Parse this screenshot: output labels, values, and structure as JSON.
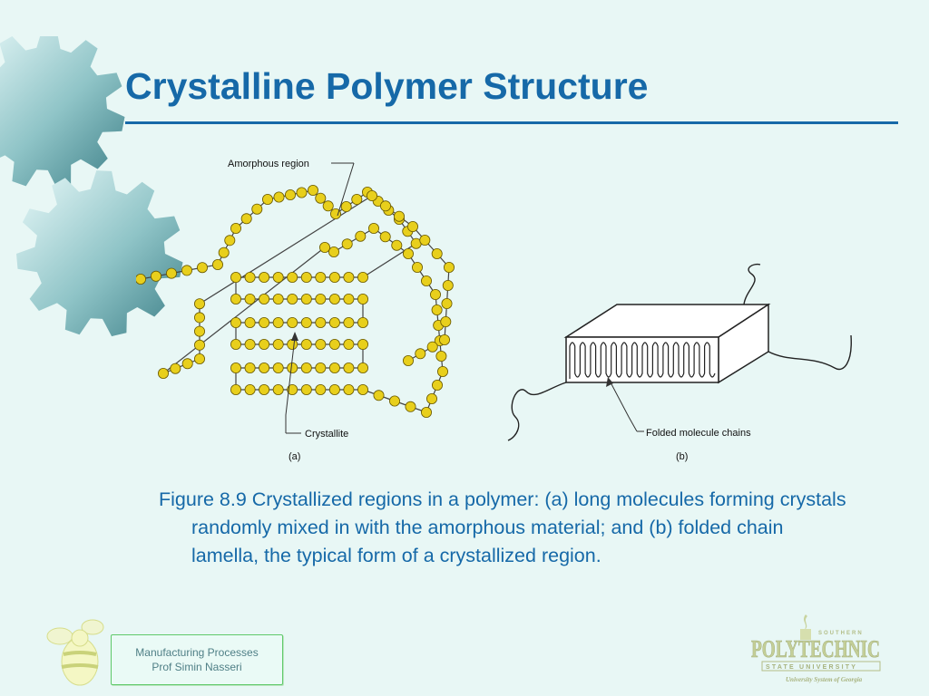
{
  "slide": {
    "title": "Crystalline Polymer Structure"
  },
  "figure": {
    "labels": {
      "amorphous": "Amorphous region",
      "crystallite": "Crystallite",
      "folded": "Folded molecule chains",
      "sub_a": "(a)",
      "sub_b": "(b)"
    },
    "bead_color": "#e8cf1c"
  },
  "caption": {
    "text": "Figure 8.9  Crystallized regions in a polymer: (a) long molecules forming crystals randomly mixed in with the amorphous material; and (b) folded chain lamella, the typical form of a crystallized region."
  },
  "footer": {
    "line1": "Manufacturing Processes",
    "line2": "Prof Simin Nasseri"
  },
  "logo": {
    "top": "SOUTHERN",
    "main": "POLYTECHNIC",
    "sub": "STATE UNIVERSITY",
    "tag": "University System of Georgia"
  },
  "colors": {
    "title": "#1669a8",
    "background": "#e8f7f5",
    "gear": "#6fb3b6"
  }
}
